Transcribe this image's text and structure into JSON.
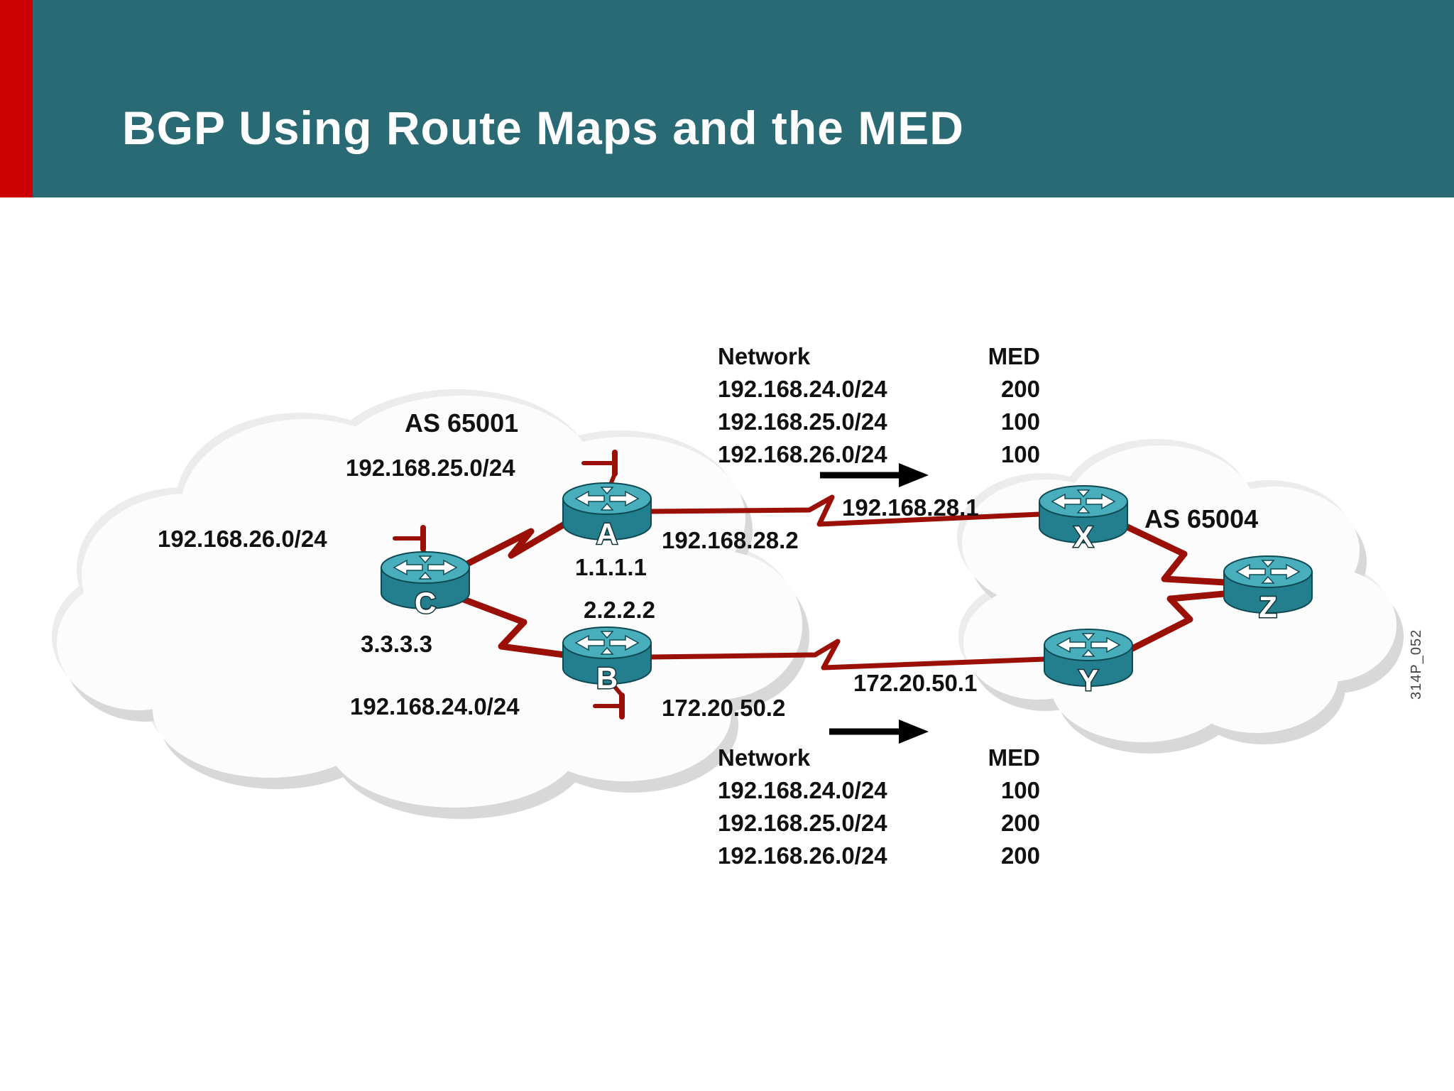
{
  "header": {
    "title": "BGP Using Route Maps and the MED"
  },
  "figure_code": "314P_052",
  "colors": {
    "header_teal": "#2a6a74",
    "accent_red": "#cc0000",
    "link_red": "#9b1006",
    "router_body": "#237f8d",
    "router_top": "#49aebc"
  },
  "diagram": {
    "as_labels": {
      "left": "AS 65001",
      "right": "AS 65004"
    },
    "routers": {
      "A": {
        "name": "A",
        "ip": "1.1.1.1"
      },
      "B": {
        "name": "B",
        "ip": "2.2.2.2"
      },
      "C": {
        "name": "C",
        "ip": "3.3.3.3"
      },
      "X": {
        "name": "X"
      },
      "Y": {
        "name": "Y"
      },
      "Z": {
        "name": "Z"
      }
    },
    "stub_networks": {
      "net25": "192.168.25.0/24",
      "net26": "192.168.26.0/24",
      "net24": "192.168.24.0/24"
    },
    "link_addresses": {
      "a_side": "192.168.28.2",
      "x_side": "192.168.28.1",
      "b_side": "172.20.50.2",
      "y_side": "172.20.50.1"
    }
  },
  "med_tables": {
    "top": {
      "col_network": "Network",
      "col_med": "MED",
      "rows": [
        {
          "network": "192.168.24.0/24",
          "med": "200"
        },
        {
          "network": "192.168.25.0/24",
          "med": "100"
        },
        {
          "network": "192.168.26.0/24",
          "med": "100"
        }
      ]
    },
    "bottom": {
      "col_network": "Network",
      "col_med": "MED",
      "rows": [
        {
          "network": "192.168.24.0/24",
          "med": "100"
        },
        {
          "network": "192.168.25.0/24",
          "med": "200"
        },
        {
          "network": "192.168.26.0/24",
          "med": "200"
        }
      ]
    }
  }
}
